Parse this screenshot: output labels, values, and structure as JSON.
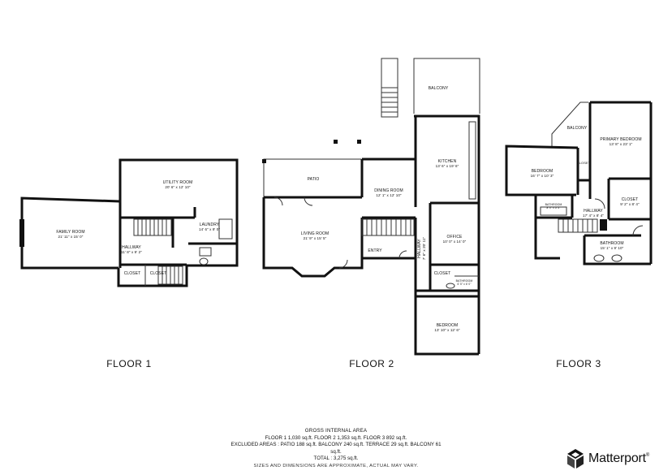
{
  "rooms": {
    "family_room": {
      "name": "FAMILY ROOM",
      "dim": "21' 11\" x 15' 0\""
    },
    "utility_room": {
      "name": "UTILITY ROOM",
      "dim": "20' 6\" x 12' 10\""
    },
    "laundry": {
      "name": "LAUNDRY",
      "dim": "14' 6\" x 9' 0\""
    },
    "hallway1": {
      "name": "HALLWAY",
      "dim": "11' 8\" x 9' 2\""
    },
    "closet1a": {
      "name": "CLOSET"
    },
    "closet1b": {
      "name": "CLOSET"
    },
    "balcony2": {
      "name": "BALCONY"
    },
    "patio": {
      "name": "PATIO"
    },
    "kitchen": {
      "name": "KITCHEN",
      "dim": "13' 6\" x 19' 6\""
    },
    "dining_room": {
      "name": "DINING ROOM",
      "dim": "12' 1\" x 12' 10\""
    },
    "living_room": {
      "name": "LIVING ROOM",
      "dim": "21' 9\" x 15' 5\""
    },
    "entry": {
      "name": "ENTRY"
    },
    "hallway2": {
      "name": "HALLWAY",
      "dim": "7' 6\" x 20' 11\""
    },
    "office": {
      "name": "OFFICE",
      "dim": "10' 0\" x 14' 0\""
    },
    "closet2": {
      "name": "CLOSET"
    },
    "bathroom2": {
      "name": "BATHROOM",
      "dim": "6' 5\" x 6' 0\""
    },
    "bedroom2": {
      "name": "BEDROOM",
      "dim": "13' 10\" x 12' 6\""
    },
    "balcony3": {
      "name": "BALCONY"
    },
    "primary_bedroom": {
      "name": "PRIMARY BEDROOM",
      "dim": "13' 8\" x 23' 1\""
    },
    "bedroom3": {
      "name": "BEDROOM",
      "dim": "16' 7\" x 10' 3\""
    },
    "closet3a": {
      "name": "CLOSET"
    },
    "closet3b": {
      "name": "CLOSET",
      "dim": "9' 2\" x 8' 4\""
    },
    "hallway3": {
      "name": "HALLWAY",
      "dim": "17' 4\" x 8' 4\""
    },
    "bathroom3a": {
      "name": "BATHROOM",
      "dim": "8' 0\" x 5' 5\""
    },
    "bathroom3b": {
      "name": "BATHROOM",
      "dim": "15' 1\" x 9' 10\""
    }
  },
  "floors": [
    "FLOOR 1",
    "FLOOR 2",
    "FLOOR 3"
  ],
  "area": {
    "title": "GROSS INTERNAL AREA",
    "line1": "FLOOR 1 1,030 sq.ft.    FLOOR 2 1,353 sq.ft.    FLOOR 3 892 sq.ft.",
    "line2": "EXCLUDED AREAS :  PATIO 188 sq.ft.   BALCONY 240 sq.ft.   TERRACE 29 sq.ft.   BALCONY 61",
    "line3": "sq.ft.",
    "total": "TOTAL :  3,275 sq.ft.",
    "footnote": "SIZES AND DIMENSIONS ARE APPROXIMATE, ACTUAL MAY VARY."
  },
  "brand": {
    "name": "Matterport",
    "mark": "®"
  }
}
